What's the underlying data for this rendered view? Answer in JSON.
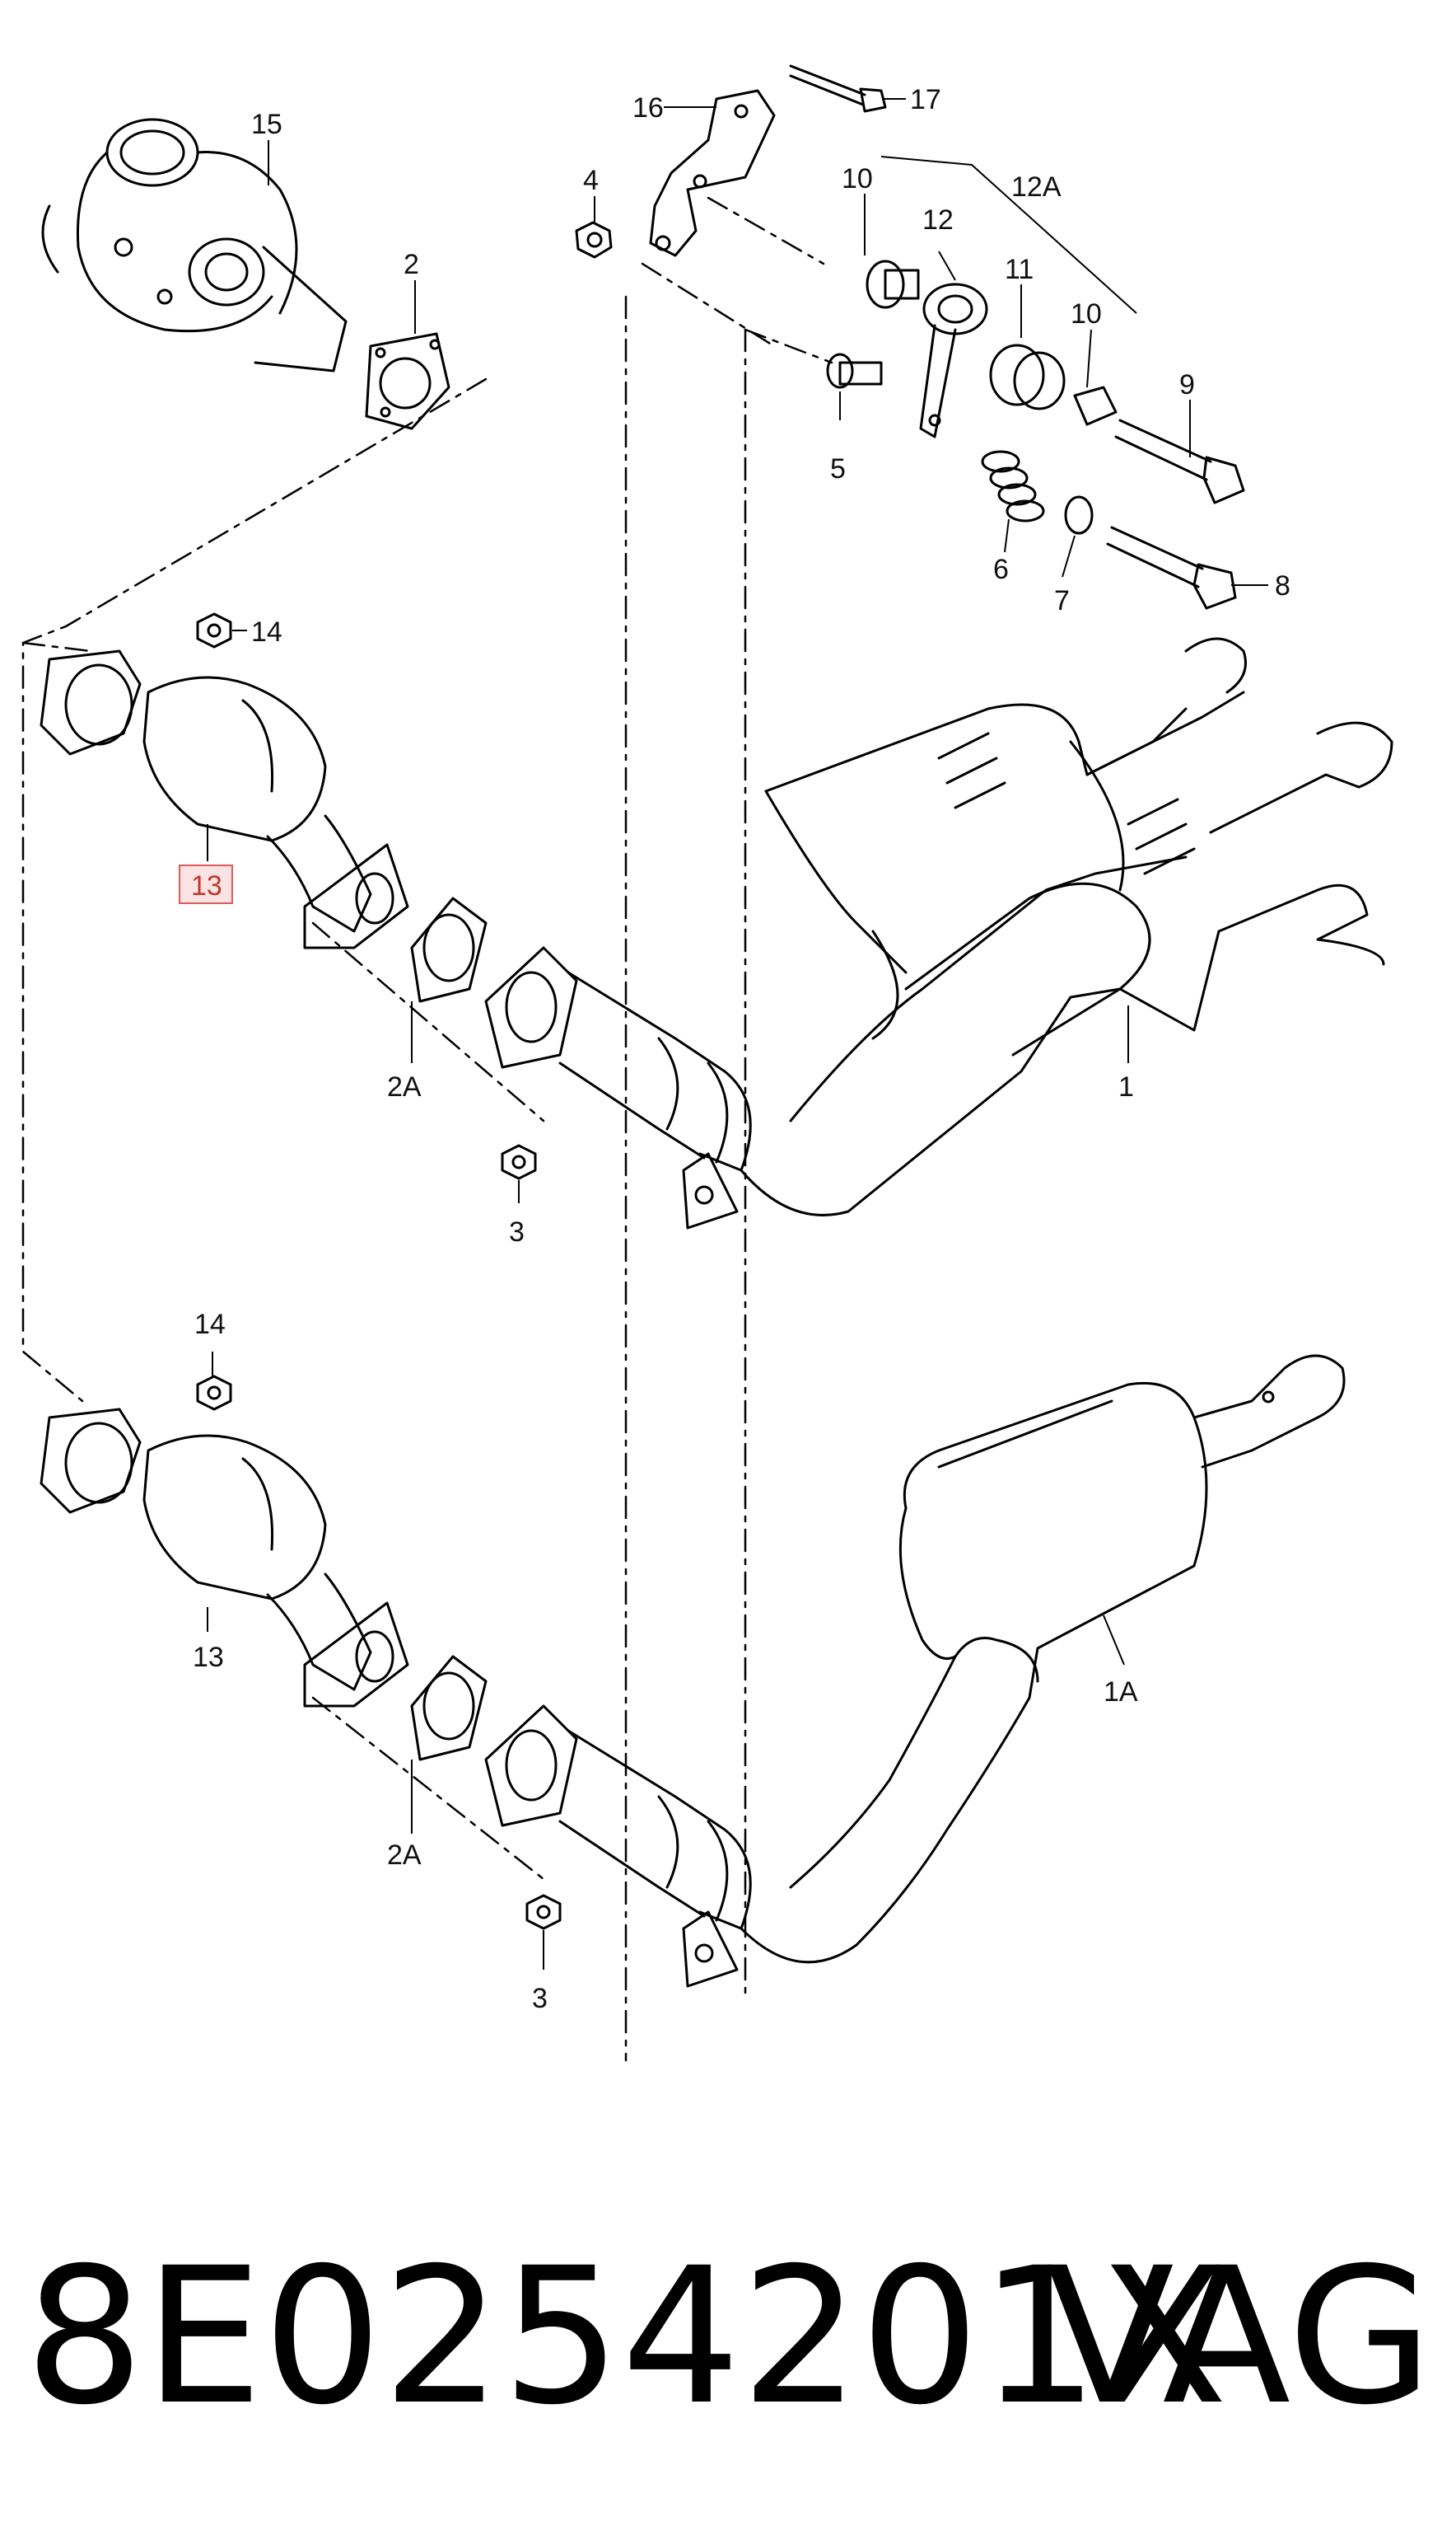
{
  "diagram": {
    "callouts": {
      "c1": "1",
      "c1a": "1A",
      "c2": "2",
      "c2a_top": "2A",
      "c2a_bot": "2A",
      "c3_top": "3",
      "c3_bot": "3",
      "c4": "4",
      "c5": "5",
      "c6": "6",
      "c7": "7",
      "c8": "8",
      "c9": "9",
      "c10_left": "10",
      "c10_right": "10",
      "c11": "11",
      "c12": "12",
      "c12a": "12A",
      "c13_top": "13",
      "c13_bot": "13",
      "c14_top": "14",
      "c14_bot": "14",
      "c15": "15",
      "c16": "16",
      "c17": "17"
    },
    "highlight_color": "#e05a5a",
    "line_color": "#000000"
  },
  "footer": {
    "part_number": "8E0254201X",
    "brand": "VAG"
  }
}
